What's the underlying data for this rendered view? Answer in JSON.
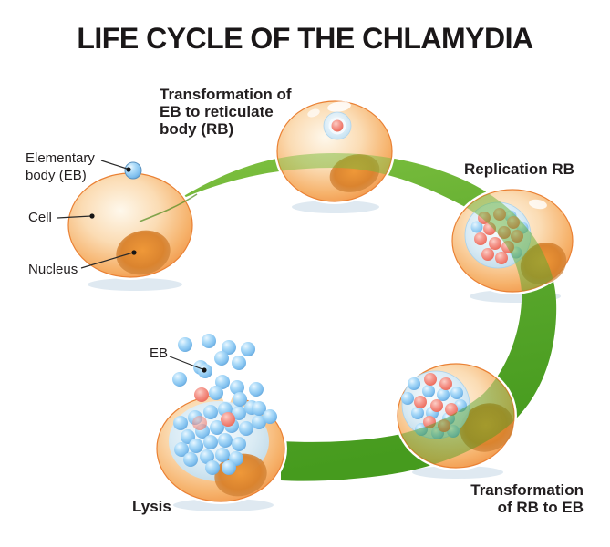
{
  "title": "LIFE CYCLE OF THE CHLAMYDIA",
  "stages": {
    "transformation_eb_rb": "Transformation of\nEB to reticulate\nbody (RB)",
    "replication_rb": "Replication RB",
    "transformation_rb_eb": "Transformation\nof RB to EB",
    "lysis": "Lysis"
  },
  "annotations": {
    "elementary_body": "Elementary\nbody (EB)",
    "cell": "Cell",
    "nucleus": "Nucleus",
    "eb": "EB"
  },
  "colors": {
    "arrow_green": "#58A62B",
    "cell_orange": "#EE8636",
    "nucleus_orange": "#D9812B",
    "eb_blue": "#7FBFEE",
    "rb_red": "#E9604F",
    "inclusion_blue": "#C8E5F8",
    "text_black": "#1D1A1B"
  }
}
